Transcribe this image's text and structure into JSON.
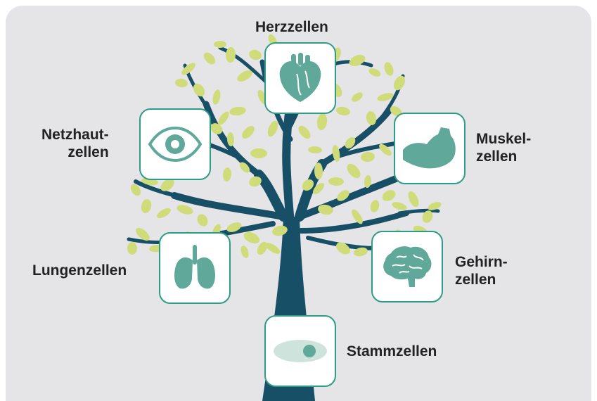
{
  "colors": {
    "background": "#e5e5e7",
    "trunk": "#174f66",
    "leaf": "#cfdc79",
    "icon": "#5fa89a",
    "frame": "#2e9c86"
  },
  "nodes": {
    "heart": {
      "label": "Herzzellen",
      "icon": "heart-icon"
    },
    "eye": {
      "label": "Netzhaut-\nzellen",
      "icon": "eye-icon"
    },
    "muscle": {
      "label": "Muskel-\nzellen",
      "icon": "flexed-arm-icon"
    },
    "lung": {
      "label": "Lungenzellen",
      "icon": "lungs-icon"
    },
    "brain": {
      "label": "Gehirn-\nzellen",
      "icon": "brain-icon"
    },
    "stem": {
      "label": "Stammzellen",
      "icon": "stem-cell-icon"
    }
  }
}
